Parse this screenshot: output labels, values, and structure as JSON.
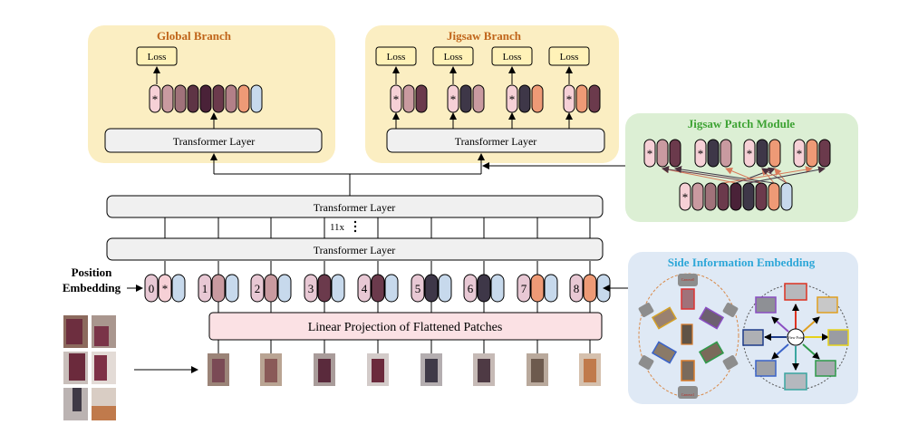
{
  "global_branch": {
    "title": "Global Branch",
    "loss_label": "Loss",
    "transformer_label": "Transformer Layer",
    "token_colors": [
      "#f6d0d6",
      "#c99aa0",
      "#a0727a",
      "#5e3445",
      "#4a2238",
      "#6b3a4c",
      "#b28088",
      "#ee9a76",
      "#c7d9ec"
    ]
  },
  "jigsaw_branch": {
    "title": "Jigsaw Branch",
    "loss_labels": [
      "Loss",
      "Loss",
      "Loss",
      "Loss"
    ],
    "transformer_label": "Transformer Layer",
    "groups": [
      [
        "#f6d0d6",
        "#c99aa0",
        "#6b3a4c"
      ],
      [
        "#f6d0d6",
        "#3e3748",
        "#c99aa0"
      ],
      [
        "#f6d0d6",
        "#3e3748",
        "#ee9a76"
      ],
      [
        "#f6d0d6",
        "#ee9a76",
        "#6b3a4c"
      ]
    ]
  },
  "backbone": {
    "top_layer_label": "Transformer Layer",
    "repeat_label": "11x",
    "bottom_layer_label": "Transformer Layer",
    "projection_label": "Linear Projection of Flattened Patches"
  },
  "position_embedding": {
    "label_line1": "Position",
    "label_line2": "Embedding",
    "indices": [
      "0",
      "1",
      "2",
      "3",
      "4",
      "5",
      "6",
      "7",
      "8"
    ],
    "cls_symbol": "*",
    "patch_colors": [
      "#c99aa0",
      "#c99aa0",
      "#6b3a4c",
      "#6b3a4c",
      "#3e3748",
      "#3e3748",
      "#ee9a76",
      "#ee9a76"
    ],
    "embed_color": "#c7d9ec",
    "index_color": "#e8c8d4"
  },
  "jigsaw_patch_module": {
    "title": "Jigsaw Patch Module",
    "top_groups": [
      [
        "#f6d0d6",
        "#c99aa0",
        "#6b3a4c"
      ],
      [
        "#f6d0d6",
        "#3e3748",
        "#c99aa0"
      ],
      [
        "#f6d0d6",
        "#3e3748",
        "#ee9a76"
      ],
      [
        "#f6d0d6",
        "#ee9a76",
        "#6b3a4c"
      ]
    ],
    "bottom_tokens": [
      "#f6d0d6",
      "#c99aa0",
      "#a0727a",
      "#6b3a4c",
      "#4a2238",
      "#3e3748",
      "#6b3a4c",
      "#ee9a76",
      "#c7d9ec"
    ],
    "arrow_colors": [
      "#d87a5a",
      "#3e3748",
      "#6b3a4c",
      "#d87a5a"
    ]
  },
  "side_information": {
    "title": "Side Information Embedding",
    "camera_labels": [
      "Camera0",
      "Camera1"
    ],
    "view_center_label": "View Point"
  },
  "colors": {
    "global_bg": "#fbeec2",
    "global_title": "#c0651a",
    "jigsaw_title": "#c0651a",
    "jpm_bg": "#dcefd4",
    "jpm_title": "#3ea334",
    "side_bg": "#dfe9f5",
    "side_title": "#2ea7d8",
    "loss_bg": "#fff2b8",
    "layer_bg": "#f0f0f0",
    "projection_bg": "#fbe1e4",
    "cls": "#f6d0d6"
  }
}
